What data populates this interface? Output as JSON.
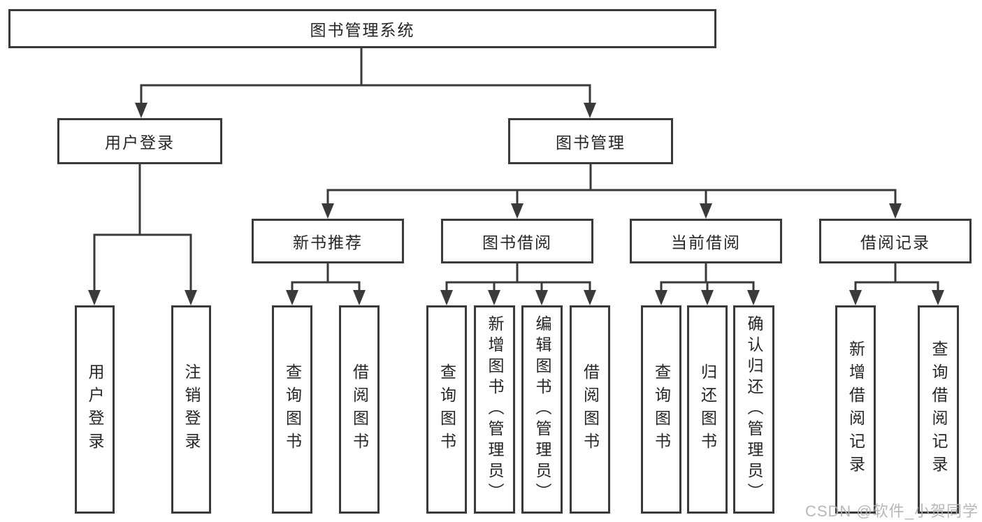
{
  "tree": {
    "root": {
      "label": "图书管理系统"
    },
    "children": [
      {
        "label": "用户登录",
        "children": [
          {
            "label": "用户登录"
          },
          {
            "label": "注销登录"
          }
        ]
      },
      {
        "label": "图书管理",
        "children": [
          {
            "label": "新书推荐",
            "children": [
              {
                "label": "查询图书"
              },
              {
                "label": "借阅图书"
              }
            ]
          },
          {
            "label": "图书借阅",
            "children": [
              {
                "label": "查询图书"
              },
              {
                "label": "新增图书（管理员）"
              },
              {
                "label": "编辑图书（管理员）"
              },
              {
                "label": "借阅图书"
              }
            ]
          },
          {
            "label": "当前借阅",
            "children": [
              {
                "label": "查询图书"
              },
              {
                "label": "归还图书"
              },
              {
                "label": "确认归还（管理员）"
              }
            ]
          },
          {
            "label": "借阅记录",
            "children": [
              {
                "label": "新增借阅记录"
              },
              {
                "label": "查询借阅记录"
              }
            ]
          }
        ]
      }
    ]
  },
  "watermark": {
    "text": "CSDN @软件_小贺同学"
  },
  "colors": {
    "line": "#3a3a3a",
    "text": "#262626",
    "background": "#ffffff",
    "watermark": "#b0b0b0"
  }
}
